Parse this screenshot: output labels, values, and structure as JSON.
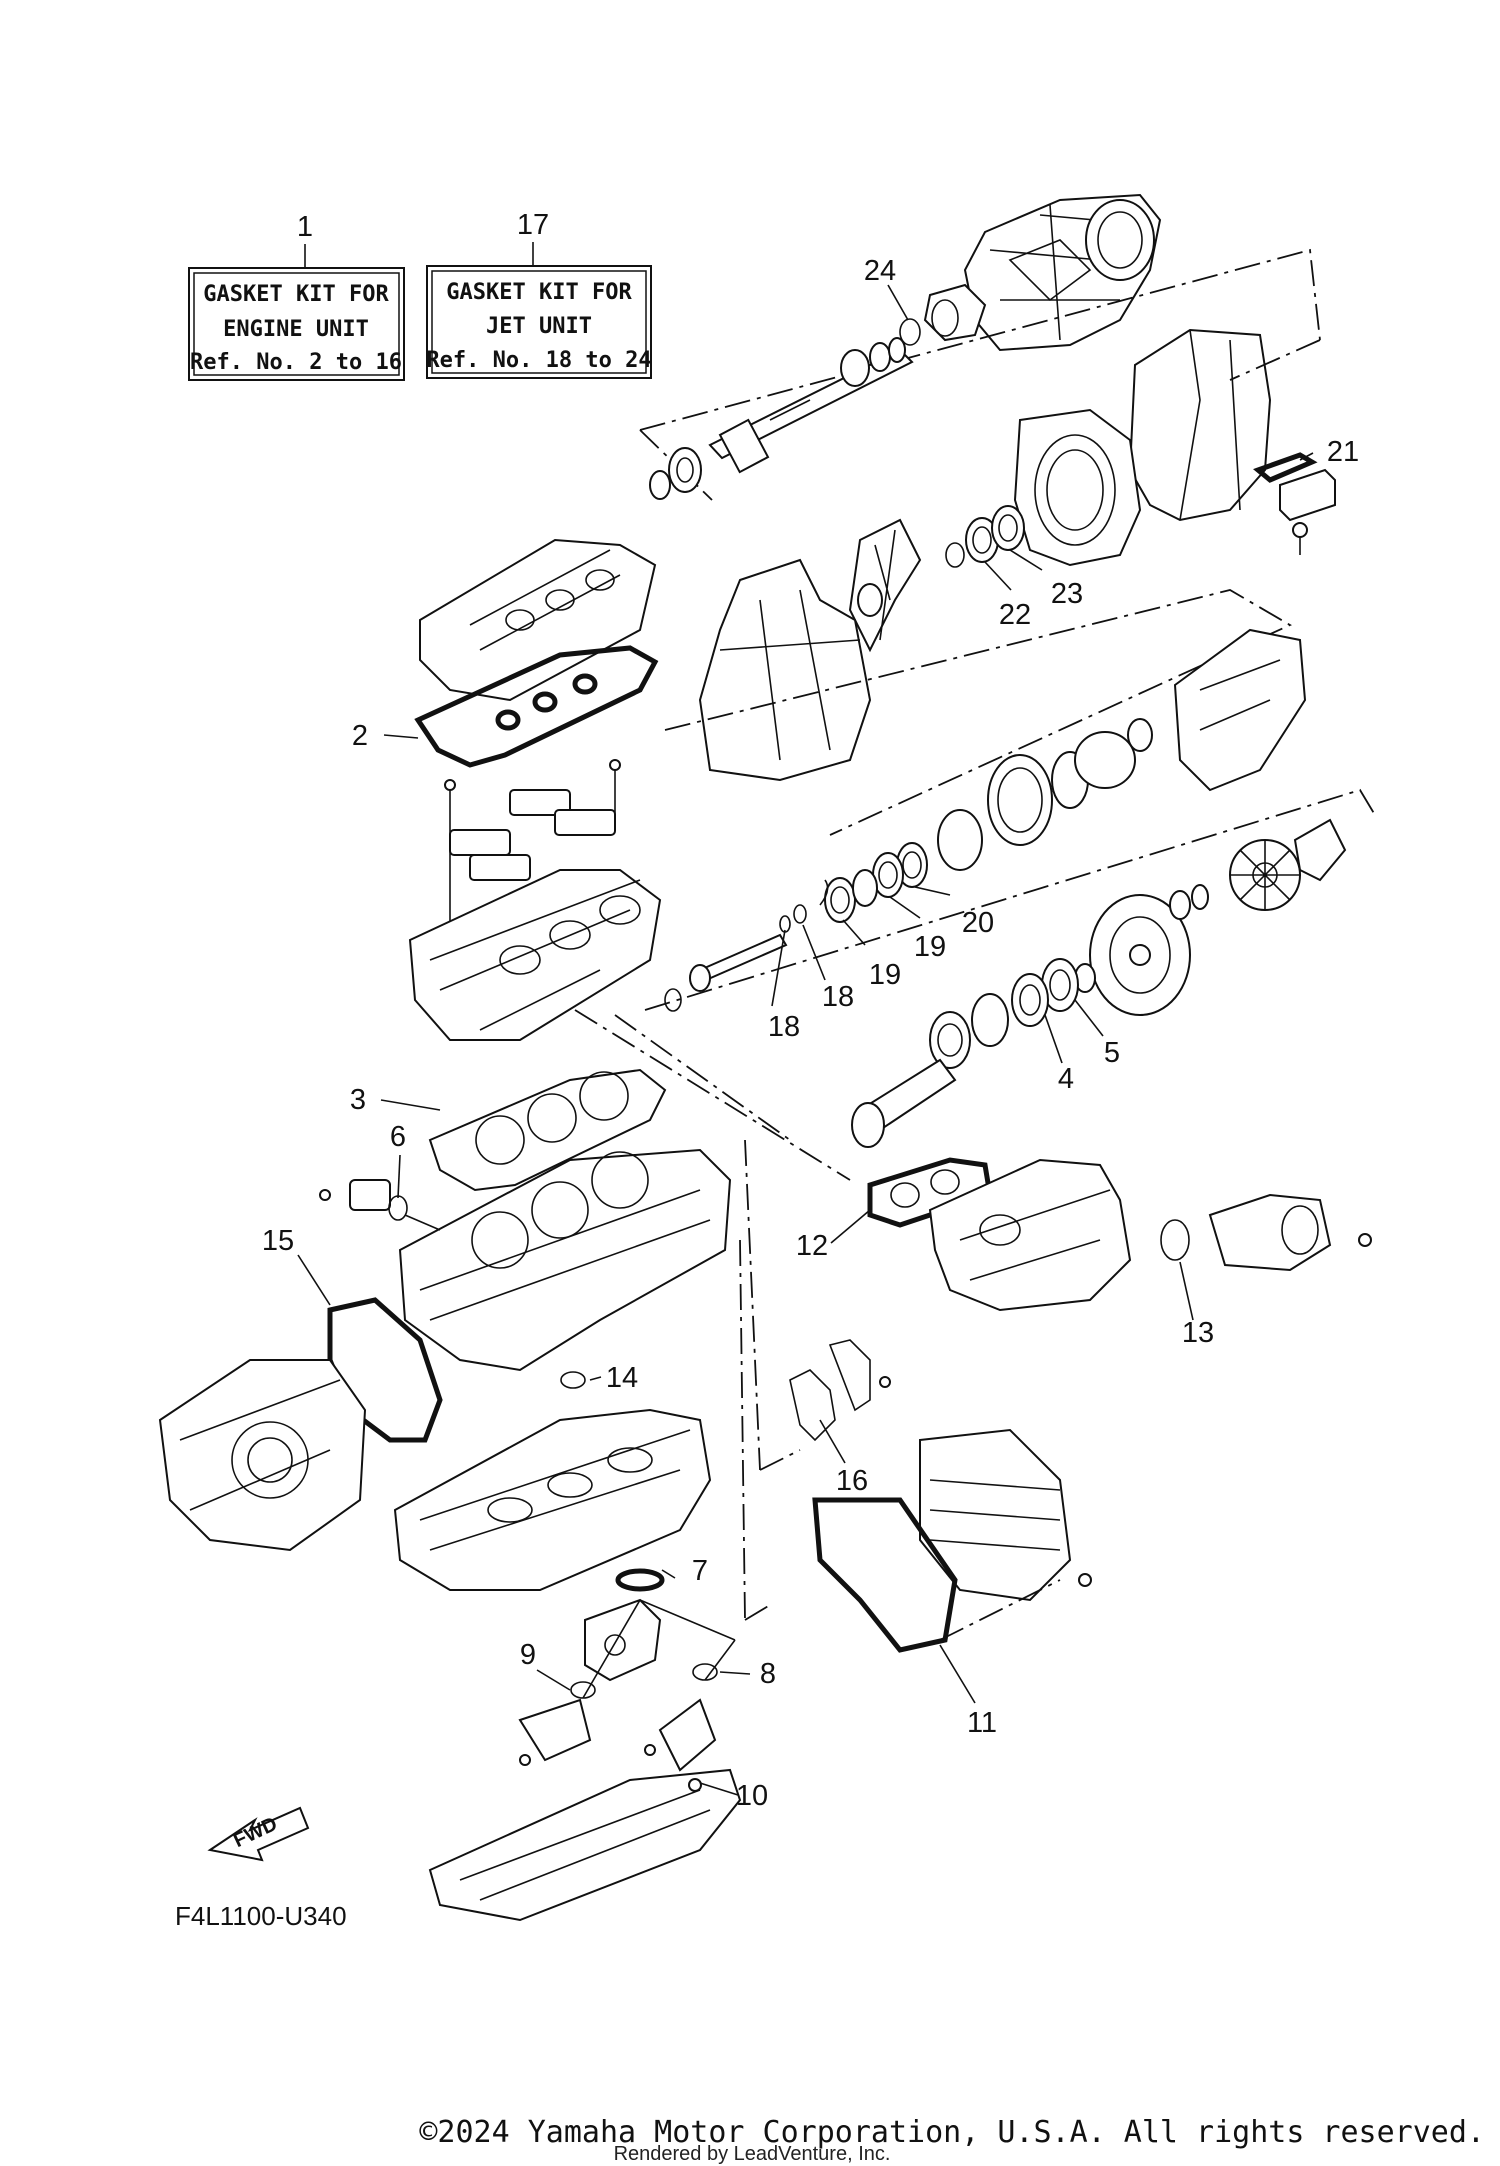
{
  "kit_boxes": [
    {
      "number": "1",
      "line1": "GASKET KIT FOR",
      "line2": "ENGINE UNIT",
      "line3": "Ref. No. 2 to 16"
    },
    {
      "number": "17",
      "line1": "GASKET KIT FOR",
      "line2": "JET UNIT",
      "line3": "Ref. No. 18 to 24"
    }
  ],
  "callouts": {
    "c2": "2",
    "c3": "3",
    "c4": "4",
    "c5": "5",
    "c6": "6",
    "c7": "7",
    "c8": "8",
    "c9": "9",
    "c10": "10",
    "c11": "11",
    "c12": "12",
    "c13": "13",
    "c14": "14",
    "c15": "15",
    "c16": "16",
    "c18a": "18",
    "c18b": "18",
    "c19a": "19",
    "c19b": "19",
    "c20": "20",
    "c21": "21",
    "c22": "22",
    "c23": "23",
    "c24": "24"
  },
  "fwd_label": "FWD",
  "diagram_code": "F4L1100-U340",
  "copyright": "©2024 Yamaha Motor Corporation, U.S.A. All rights reserved.",
  "rendered_by": "Rendered by LeadVenture, Inc."
}
